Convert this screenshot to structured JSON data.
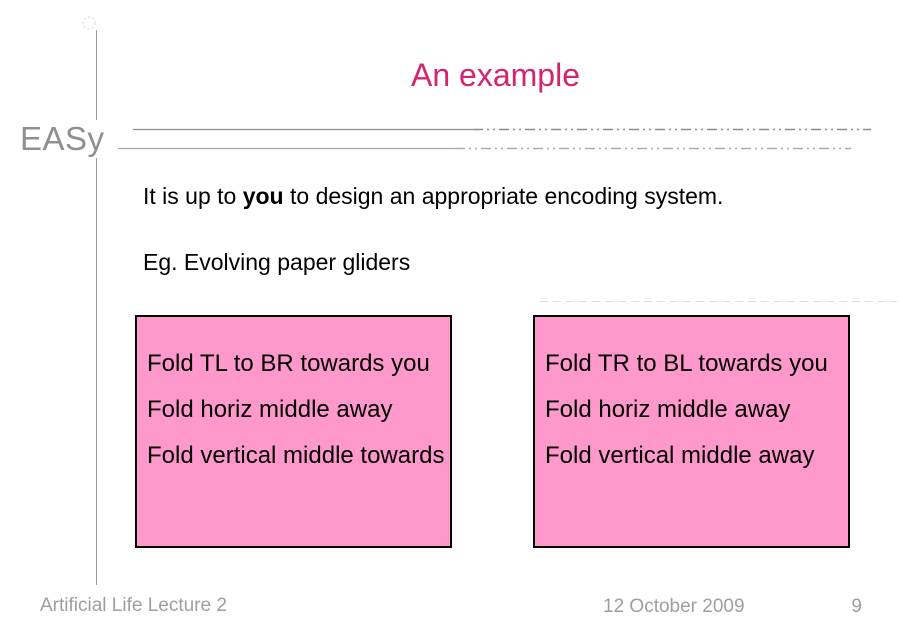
{
  "slide": {
    "title": "An example",
    "logo_text": "EASy",
    "body": {
      "line1_prefix": "It is up to ",
      "line1_bold": "you",
      "line1_suffix": " to design an appropriate encoding system.",
      "line2": "Eg. Evolving paper gliders"
    },
    "boxes": [
      {
        "lines": [
          "Fold TL to BR towards you",
          "Fold horiz middle away",
          "Fold vertical middle towards"
        ]
      },
      {
        "lines": [
          "Fold TR to BL towards you",
          "Fold horiz middle away",
          "Fold vertical middle away"
        ]
      }
    ],
    "footer": {
      "left": "Artificial Life Lecture 2",
      "date": "12 October 2009",
      "page_number": "9"
    },
    "colors": {
      "title": "#d3246f",
      "logo": "#8f8f8f",
      "footer": "#9e9e9e",
      "box_fill": "#ff99cc",
      "box_border": "#000000",
      "rule_dark": "#8c8c8c",
      "rule_light": "#acacac"
    }
  }
}
